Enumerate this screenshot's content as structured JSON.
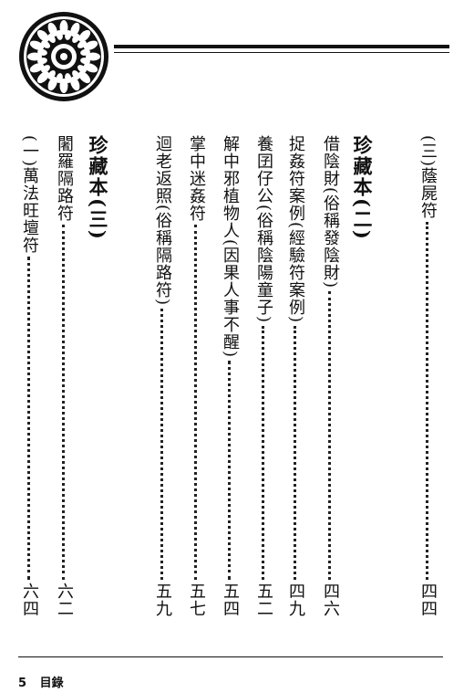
{
  "toc": {
    "entry_sanfu": {
      "title": "(三)蔭屍符",
      "page": "四四"
    },
    "heading_2": "珍藏本(二)",
    "entry_1": {
      "title": "借陰財(俗稱發陰財)",
      "page": "四六"
    },
    "entry_2": {
      "title": "捉姦符案例(經驗符案例)",
      "page": "四九"
    },
    "entry_3": {
      "title": "養囝仔公(俗稱陰陽童子)",
      "page": "五二"
    },
    "entry_4": {
      "title": "解中邪植物人(因果人事不醒)",
      "page": "五四"
    },
    "entry_5": {
      "title": "掌中迷姦符",
      "page": "五七"
    },
    "entry_6": {
      "title": "迴老返照(俗稱隔路符)",
      "page": "五九"
    },
    "heading_3": "珍藏本(三)",
    "entry_7": {
      "title": "闍羅隔路符",
      "page": "六二"
    },
    "entry_8": {
      "title": "(一)萬法旺壇符",
      "page": "六四"
    }
  },
  "footer": {
    "page_number": "5",
    "section": "目錄"
  }
}
